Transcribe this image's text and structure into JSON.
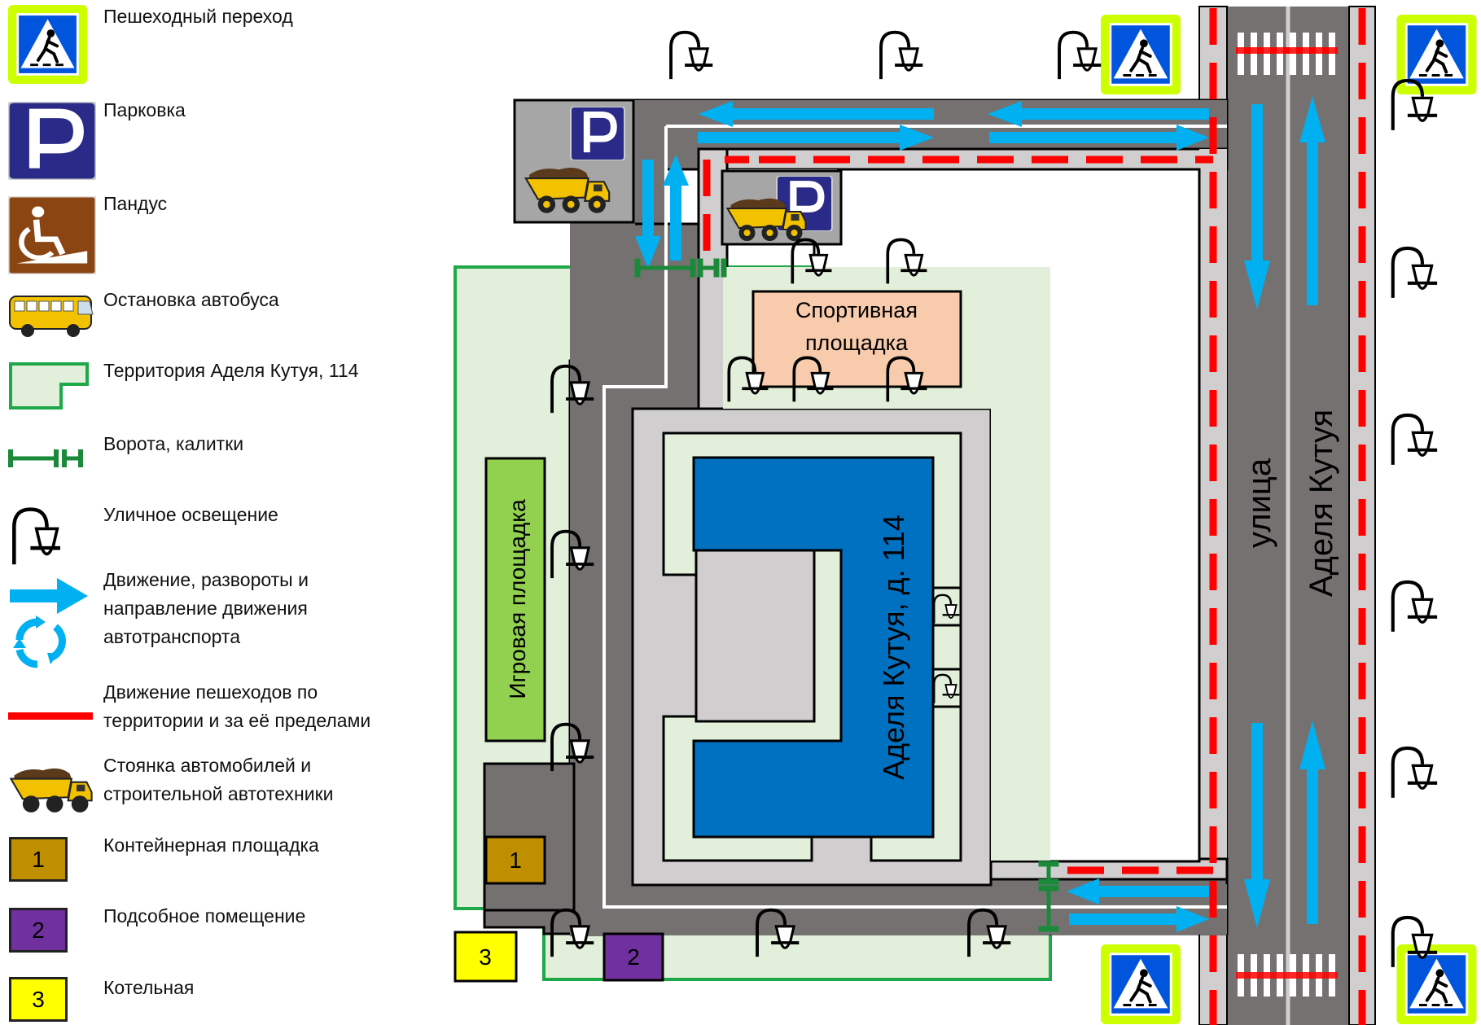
{
  "legend": {
    "items": [
      {
        "label": "Пешеходный переход",
        "icon": "pedestrian-crossing-sign-icon"
      },
      {
        "label": "Парковка",
        "icon": "parking-sign-icon"
      },
      {
        "label": "Пандус",
        "icon": "ramp-sign-icon"
      },
      {
        "label": "Остановка автобуса",
        "icon": "bus-stop-icon"
      },
      {
        "label": "Территория Аделя Кутуя, 114",
        "icon": "territory-outline-icon"
      },
      {
        "label": "Ворота, калитки",
        "icon": "gate-icon"
      },
      {
        "label": "Уличное освещение",
        "icon": "street-lamp-icon"
      },
      {
        "label": "Движение, развороты и\nнаправление движения\nавтотранспорта",
        "icon": "traffic-direction-icon"
      },
      {
        "label": "Движение пешеходов по\nтерритории и за её пределами",
        "icon": "pedestrian-route-icon"
      },
      {
        "label": "Стоянка автомобилей и\nстроительной автотехники",
        "icon": "dump-truck-icon"
      },
      {
        "label": "Контейнерная площадка",
        "badge": "1"
      },
      {
        "label": "Подсобное помещение",
        "badge": "2"
      },
      {
        "label": "Котельная",
        "badge": "3"
      }
    ]
  },
  "map": {
    "sports_ground": "Спортивная\nплощадка",
    "playground": "Игровая площадка",
    "building": "Аделя Кутуя, д. 114",
    "street_word1": "улица",
    "street_word2": "Аделя Кутуя",
    "marker1": "1",
    "marker2": "2",
    "marker3": "3"
  },
  "colors": {
    "road": "#757171",
    "sidewalk": "#d0cece",
    "territory_fill": "#e2efda",
    "territory_border": "#1fa84a",
    "building": "#0070c0",
    "sports_fill": "#f8cbad",
    "playground_fill": "#92d050",
    "traffic_arrow": "#00b0f0",
    "pedestrian_route": "#ff0000",
    "container_site": "#bf8f00",
    "utility_room": "#7030a0",
    "boiler_room": "#ffff00",
    "gate": "#1a8a3a",
    "sign_yellow": "#ccff00",
    "sign_blue": "#0055dd",
    "parking_blue": "#2a2a88",
    "ramp_brown": "#8b4513"
  }
}
